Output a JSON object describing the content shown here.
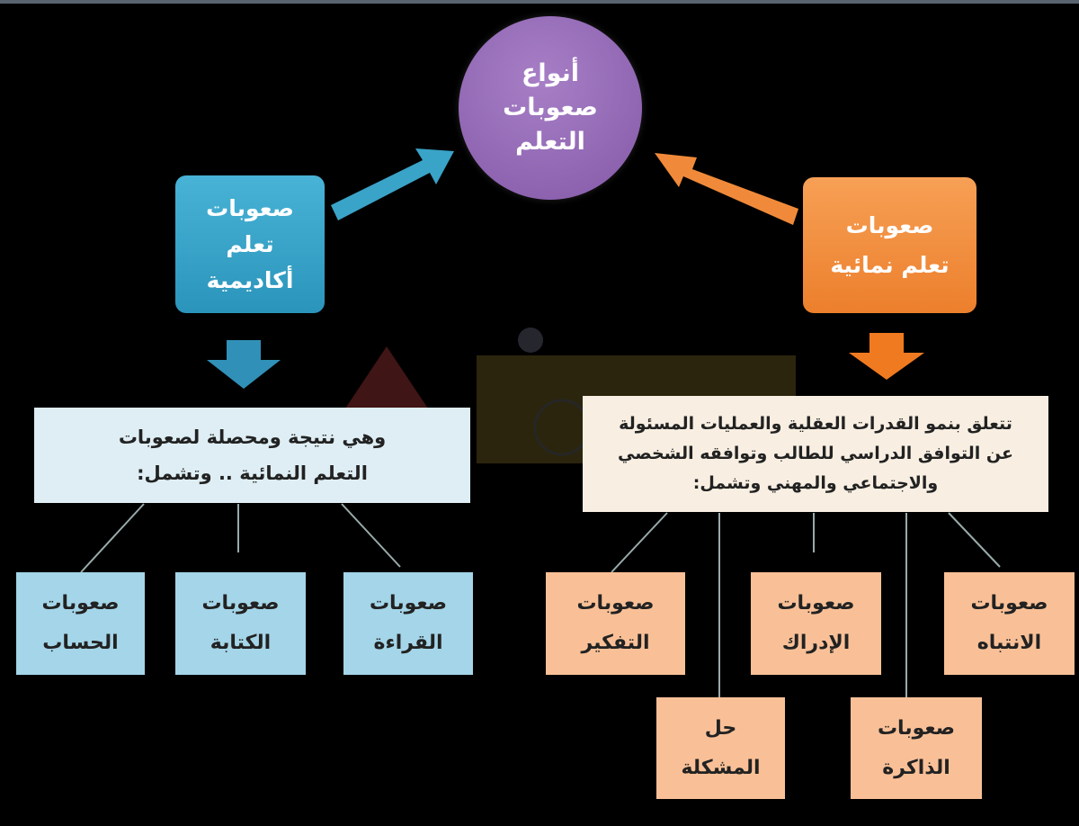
{
  "root": {
    "title": "أنواع\nصعوبات\nالتعلم"
  },
  "academic": {
    "title": "صعوبات\nتعلم\nأكاديمية",
    "description": "وهي نتيجة ومحصلة لصعوبات\nالتعلم النمائية .. وتشمل:",
    "items": [
      "صعوبات\nالقراءة",
      "صعوبات\nالكتابة",
      "صعوبات\nالحساب"
    ]
  },
  "developmental": {
    "title": "صعوبات\nتعلم نمائية",
    "description": "تتعلق بنمو القدرات العقلية والعمليات المسئولة\nعن التوافق الدراسي للطالب وتوافقه الشخصي\nوالاجتماعي والمهني وتشمل:",
    "items": [
      "صعوبات\nالانتباه",
      "صعوبات\nالإدراك",
      "صعوبات\nالتفكير",
      "صعوبات\nالذاكرة",
      "حل\nالمشكلة"
    ]
  },
  "colors": {
    "purple": "#8e63b0",
    "teal": "#3aa3c8",
    "orange": "#f08a3a",
    "light_blue": "#a4d5e8",
    "peach": "#f9c097"
  }
}
